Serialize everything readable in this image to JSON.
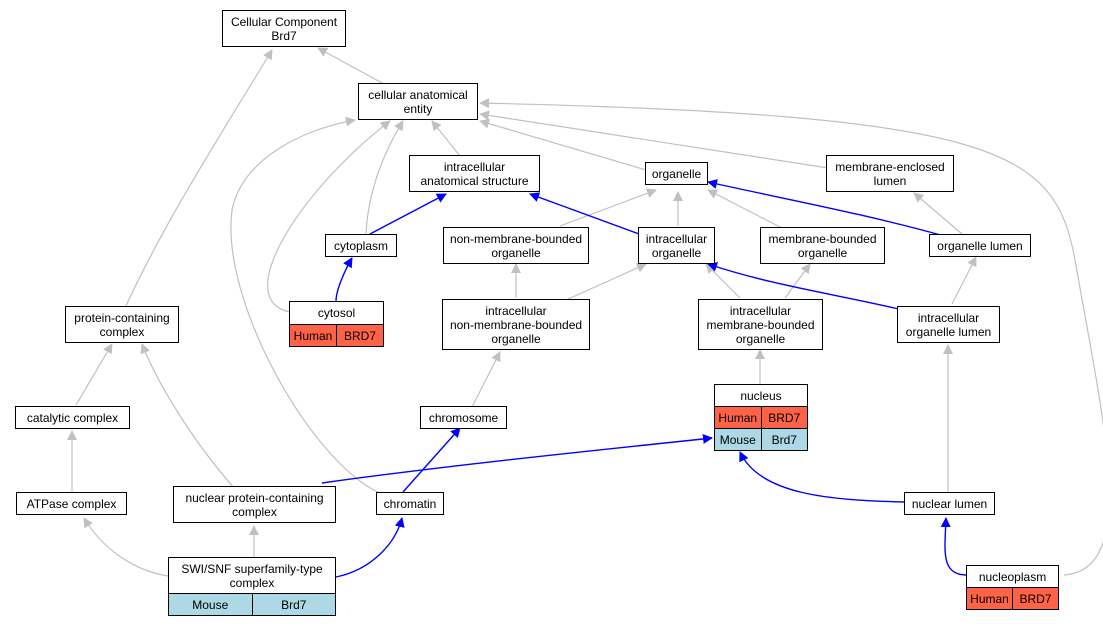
{
  "colors": {
    "plain_edge": "#c0c0c0",
    "highlight_edge": "#0000ff",
    "human": "#ff6347",
    "mouse": "#add8e6"
  },
  "nodes": {
    "cellular_component": {
      "line1": "Cellular Component",
      "line2": "Brd7"
    },
    "cellular_anatomical_entity": {
      "line1": "cellular anatomical",
      "line2": "entity"
    },
    "intracellular_anatomical_structure": {
      "line1": "intracellular",
      "line2": "anatomical structure"
    },
    "organelle": {
      "line1": "organelle"
    },
    "membrane_enclosed_lumen": {
      "line1": "membrane-enclosed",
      "line2": "lumen"
    },
    "cytoplasm": {
      "line1": "cytoplasm"
    },
    "non_membrane_bounded_organelle": {
      "line1": "non-membrane-bounded",
      "line2": "organelle"
    },
    "intracellular_organelle": {
      "line1": "intracellular",
      "line2": "organelle"
    },
    "membrane_bounded_organelle": {
      "line1": "membrane-bounded",
      "line2": "organelle"
    },
    "organelle_lumen": {
      "line1": "organelle lumen"
    },
    "cytosol": {
      "line1": "cytosol",
      "species": "Human",
      "gene": "BRD7"
    },
    "protein_containing_complex": {
      "line1": "protein-containing",
      "line2": "complex"
    },
    "intracellular_non_membrane_bounded_organelle": {
      "line1": "intracellular",
      "line2": "non-membrane-bounded",
      "line3": "organelle"
    },
    "intracellular_membrane_bounded_organelle": {
      "line1": "intracellular",
      "line2": "membrane-bounded",
      "line3": "organelle"
    },
    "intracellular_organelle_lumen": {
      "line1": "intracellular",
      "line2": "organelle lumen"
    },
    "nucleus": {
      "line1": "nucleus",
      "human_species": "Human",
      "human_gene": "BRD7",
      "mouse_species": "Mouse",
      "mouse_gene": "Brd7"
    },
    "catalytic_complex": {
      "line1": "catalytic complex"
    },
    "chromosome": {
      "line1": "chromosome"
    },
    "atpase_complex": {
      "line1": "ATPase complex"
    },
    "nuclear_protein_containing_complex": {
      "line1": "nuclear protein-containing",
      "line2": "complex"
    },
    "chromatin": {
      "line1": "chromatin"
    },
    "nuclear_lumen": {
      "line1": "nuclear lumen"
    },
    "swi_snf_complex": {
      "line1": "SWI/SNF superfamily-type",
      "line2": "complex",
      "species": "Mouse",
      "gene": "Brd7"
    },
    "nucleoplasm": {
      "line1": "nucleoplasm",
      "species": "Human",
      "gene": "BRD7"
    }
  }
}
